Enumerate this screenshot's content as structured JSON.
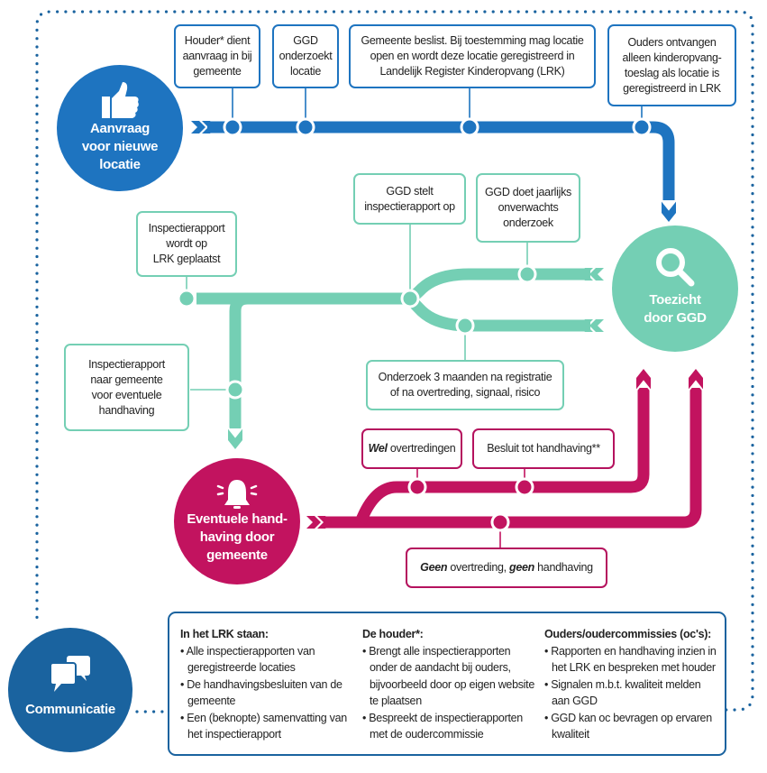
{
  "colors": {
    "blue": "#1e74c0",
    "dark_blue": "#1a639f",
    "green": "#74cfb4",
    "pink": "#c2135f",
    "dots": "#1a639f"
  },
  "nodes": {
    "aanvraag": {
      "label": "Aanvraag\nvoor nieuwe\nlocatie",
      "icon": "thumbs-up-icon"
    },
    "toezicht": {
      "label": "Toezicht\ndoor GGD",
      "icon": "magnifier-icon"
    },
    "handhaving": {
      "label": "Eventuele hand-\nhaving door\ngemeente",
      "icon": "bell-icon"
    },
    "communicatie": {
      "label": "Communicatie",
      "icon": "chat-bubbles-icon"
    }
  },
  "blue_steps": [
    {
      "text": "Houder* dient\naanvraag in bij\ngemeente"
    },
    {
      "text": "GGD\nonderzoekt\nlocatie"
    },
    {
      "text": "Gemeente beslist. Bij toestemming mag locatie\nopen en wordt deze locatie geregistreerd in\nLandelijk Register Kinderopvang (LRK)"
    },
    {
      "text": "Ouders ontvangen\nalleen kinderopvang-\ntoeslag als locatie is\ngeregistreerd in LRK"
    }
  ],
  "green_steps": [
    {
      "text": "GGD stelt\ninspectierapport op"
    },
    {
      "text": "GGD doet jaarlijks\nonverwachts\nonderzoek"
    },
    {
      "text": "Inspectierapport\nwordt op\nLRK geplaatst"
    },
    {
      "text": "Inspectierapport\nnaar gemeente\nvoor eventuele\nhandhaving"
    },
    {
      "text": "Onderzoek 3 maanden na registratie\nof na overtreding, signaal, risico"
    }
  ],
  "pink_steps": [
    {
      "emph": "Wel",
      "text": " overtredingen"
    },
    {
      "text": "Besluit tot handhaving**"
    },
    {
      "emph": "Geen",
      "text": " overtreding, ",
      "emph2": "geen",
      "text2": " handhaving"
    }
  ],
  "communication": {
    "columns": [
      {
        "title": "In het LRK staan:",
        "items": [
          "Alle inspectierapporten van geregistreerde locaties",
          "De handhavingsbesluiten van de gemeente",
          "Een (beknopte) samenvatting van het inspectierapport"
        ]
      },
      {
        "title": "De houder*:",
        "items": [
          "Brengt alle inspectierapporten onder de aandacht bij ouders, bijvoorbeeld door op eigen website te plaatsen",
          "Bespreekt de inspectierapporten met de oudercommissie"
        ]
      },
      {
        "title": "Ouders/oudercommissies (oc's):",
        "items": [
          "Rapporten en handhaving inzien in het LRK en bespreken met houder",
          "Signalen m.b.t. kwaliteit melden aan GGD",
          "GGD kan oc bevragen op ervaren kwaliteit"
        ]
      }
    ]
  }
}
